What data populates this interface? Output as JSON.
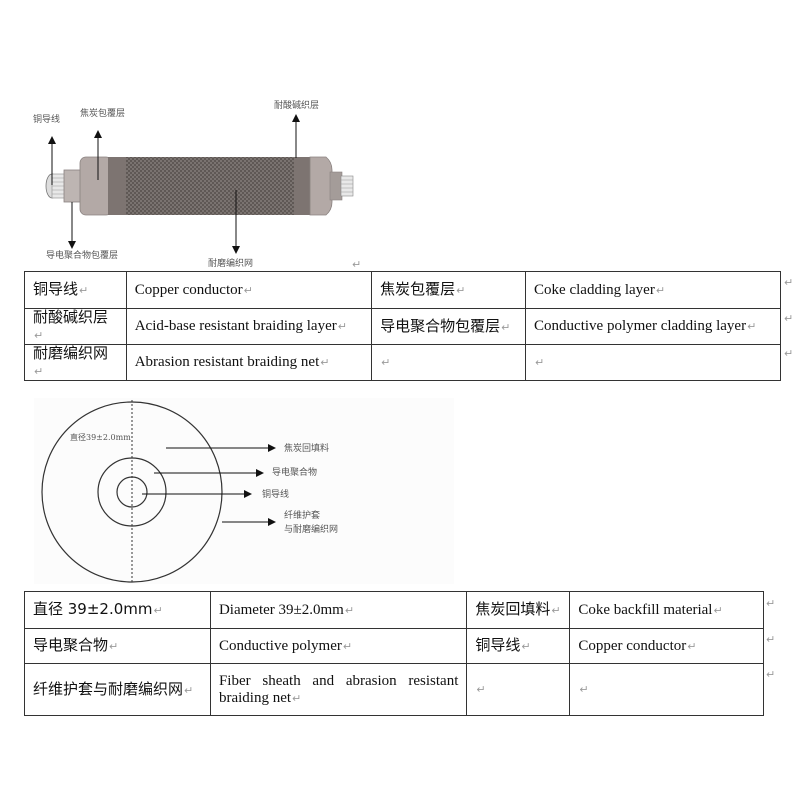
{
  "figure1": {
    "labels": {
      "copper": "铜导线",
      "coke_cladding": "焦炭包覆层",
      "acid_base": "耐酸碱织层",
      "polymer": "导电聚合物包覆层",
      "abrasion": "耐磨编织网"
    }
  },
  "table1": {
    "rows": [
      [
        "铜导线",
        "Copper conductor",
        "焦炭包覆层",
        "Coke cladding layer"
      ],
      [
        "耐酸碱织层",
        "Acid-base resistant braiding layer",
        "导电聚合物包覆层",
        "Conductive polymer cladding layer"
      ],
      [
        "耐磨编织网",
        "Abrasion resistant braiding net",
        "",
        ""
      ]
    ]
  },
  "figure2": {
    "diameter_label": "直径39±2.0mm",
    "labels": {
      "coke_backfill": "焦炭回填料",
      "polymer": "导电聚合物",
      "copper": "铜导线",
      "sheath_line1": "纤维护套",
      "sheath_line2": "与耐磨编织网"
    }
  },
  "table2": {
    "rows": [
      [
        "直径 39±2.0mm",
        "Diameter 39±2.0mm",
        "焦炭回填料",
        "Coke backfill material"
      ],
      [
        "导电聚合物",
        "Conductive polymer",
        "铜导线",
        "Copper conductor"
      ],
      [
        "纤维护套与耐磨编织网",
        "Fiber sheath and abrasion resistant braiding net",
        "",
        ""
      ]
    ]
  },
  "paragraph_mark": "↵"
}
